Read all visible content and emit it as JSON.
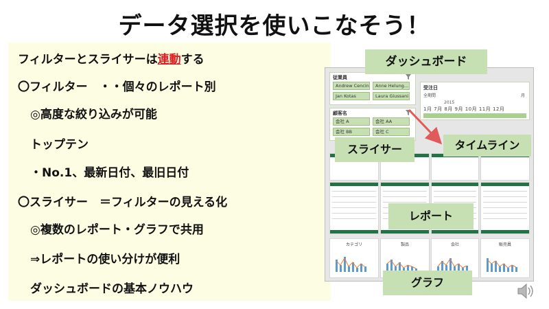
{
  "title": "データ選択を使いこなそう！",
  "lines": {
    "l1_pre": "フィルターとスライサーは",
    "l1_hl": "連動",
    "l1_post": "する",
    "l2": "〇フィルター　・・個々のレポート別",
    "l3": "◎高度な絞り込みが可能",
    "l4": "トップテン",
    "l5": "・No.1、最新日付、最旧日付",
    "l6": "〇スライサー　＝フィルターの見える化",
    "l7": "◎複数のレポート・グラフで共用",
    "l8": "⇒レポートの使い分けが便利",
    "l9": "ダッシュボードの基本ノウハウ"
  },
  "callouts": {
    "dashboard": "ダッシュボード",
    "slicer": "スライサー",
    "timeline": "タイムライン",
    "report": "レポート",
    "graph": "グラフ"
  },
  "dashboard": {
    "slicer1": {
      "title": "従業員",
      "items": [
        "Andrew Cencini",
        "Anne Helung...",
        "Jan Kotas",
        "Laura Giussani"
      ]
    },
    "slicer2": {
      "title": "顧客名",
      "items": [
        "会社 A",
        "会社 AA",
        "会社 BB",
        "会社 C"
      ]
    },
    "timeline": {
      "title": "受注日",
      "subtitle": "全期間",
      "unit": "月",
      "year": "2015",
      "months": "1月 7月 8月 9月 10月 11月 12月"
    },
    "chart_titles": [
      "カテゴリ",
      "製品",
      "会社",
      "販売員"
    ]
  },
  "colors": {
    "panel": "#fdfde3",
    "callout": "#c6e0b4",
    "highlight": "#e02020",
    "arrow": "#e05a5a",
    "header_green": "#217346"
  },
  "icons": [
    "filter-icon",
    "speaker-icon"
  ]
}
